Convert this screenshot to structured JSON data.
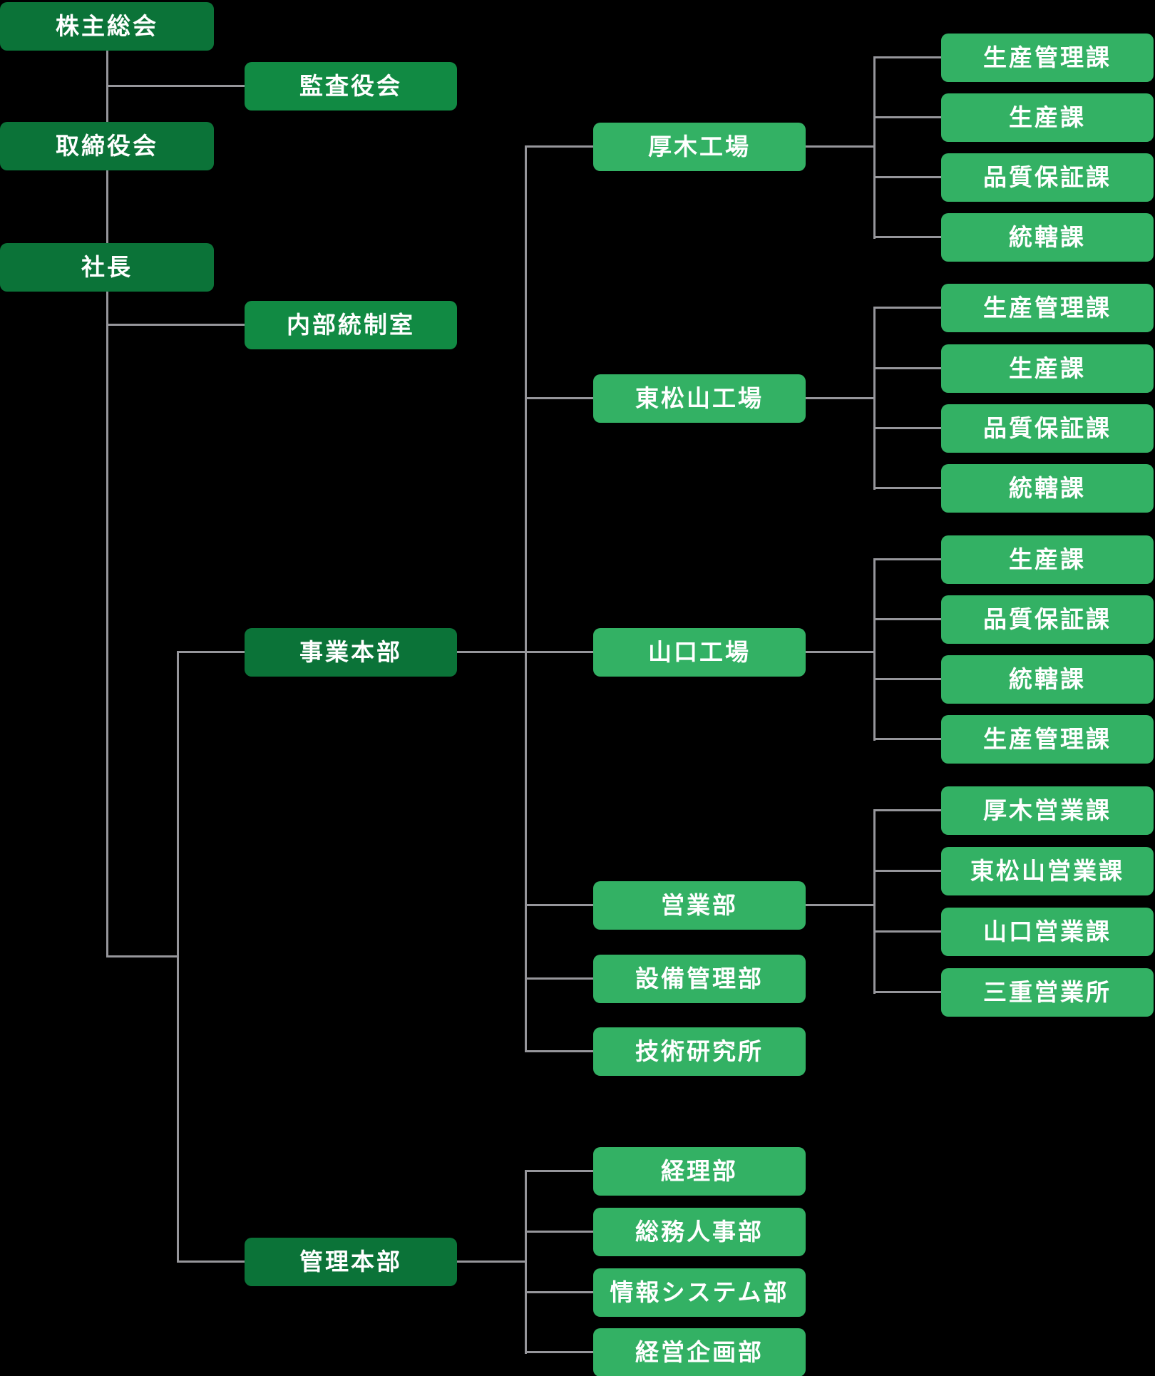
{
  "colors": {
    "bg": "#000000",
    "box-dark": "#0b7338",
    "box-medium": "#118a43",
    "box-light": "#33b164",
    "line": "#96969b",
    "text": "#ffffff"
  },
  "nodes": {
    "shareholders_meeting": "株主総会",
    "audit_board": "監査役会",
    "board_of_directors": "取締役会",
    "president": "社長",
    "internal_control_office": "内部統制室",
    "business_headquarters": "事業本部",
    "administration_headquarters": "管理本部",
    "atsugi_plant": "厚木工場",
    "higashimatsuyama_plant": "東松山工場",
    "yamaguchi_plant": "山口工場",
    "sales_department": "営業部",
    "facility_management_department": "設備管理部",
    "technical_research_institute": "技術研究所",
    "accounting_department": "経理部",
    "general_affairs_hr_department": "総務人事部",
    "information_systems_department": "情報システム部",
    "corporate_planning_department": "経営企画部"
  },
  "sections": {
    "atsugi_plant": [
      "生産管理課",
      "生産課",
      "品質保証課",
      "統轄課"
    ],
    "higashimatsuyama_plant": [
      "生産管理課",
      "生産課",
      "品質保証課",
      "統轄課"
    ],
    "yamaguchi_plant": [
      "生産課",
      "品質保証課",
      "統轄課",
      "生産管理課"
    ],
    "sales_department": [
      "厚木営業課",
      "東松山営業課",
      "山口営業課",
      "三重営業所"
    ]
  }
}
